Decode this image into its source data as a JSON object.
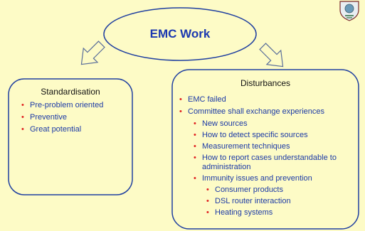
{
  "title": "EMC Work",
  "left": {
    "heading": "Standardisation",
    "items": [
      "Pre-problem oriented",
      "Preventive",
      "Great  potential"
    ]
  },
  "right": {
    "heading": "Disturbances",
    "items": [
      {
        "level": 1,
        "text": "EMC failed"
      },
      {
        "level": 1,
        "text": "Committee shall exchange experiences"
      },
      {
        "level": 2,
        "text": "New sources"
      },
      {
        "level": 2,
        "text": "How to detect specific sources"
      },
      {
        "level": 2,
        "text": "Measurement techniques"
      },
      {
        "level": 2,
        "text": "How to report cases understandable to administration"
      },
      {
        "level": 2,
        "text": "Immunity issues and prevention"
      },
      {
        "level": 3,
        "text": "Consumer products"
      },
      {
        "level": 3,
        "text": "DSL router interaction"
      },
      {
        "level": 3,
        "text": "Heating systems"
      }
    ]
  },
  "colors": {
    "background": "#fdfbc6",
    "title_text": "#1b38b0",
    "bullet_text": "#1c3aa6",
    "bullet_marker": "#e02020",
    "outline": "#1f3fa0"
  },
  "logo_icon": "shield-emblem-icon"
}
